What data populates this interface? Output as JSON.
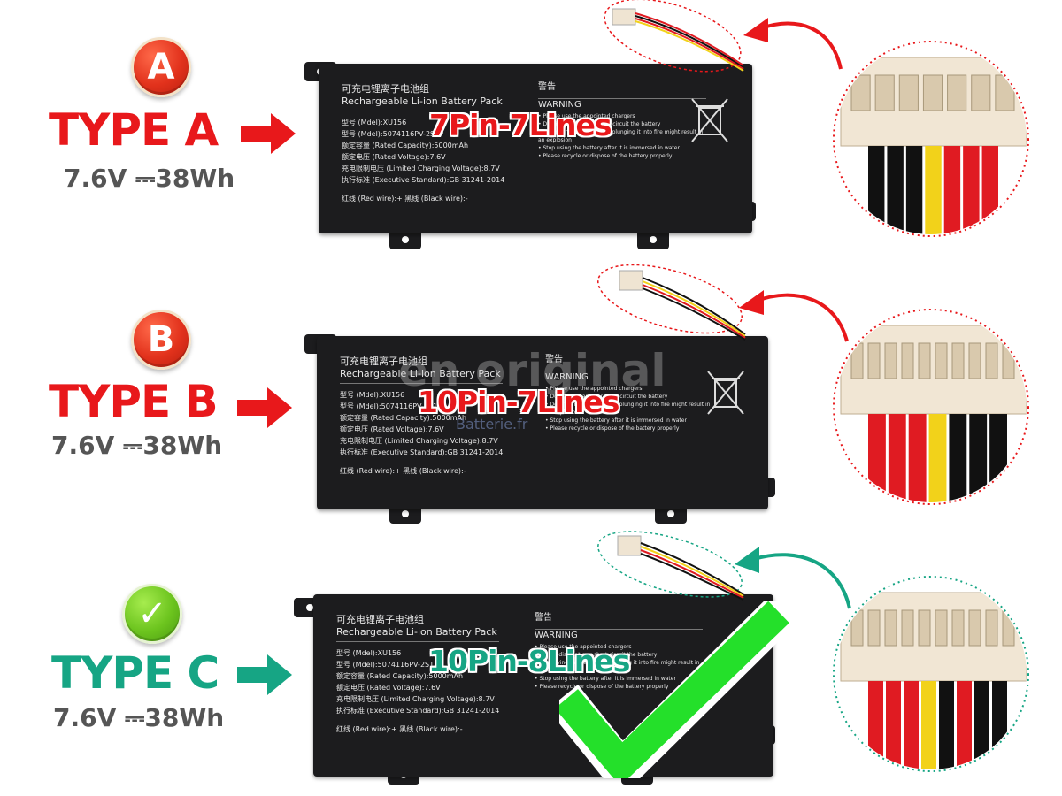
{
  "types": [
    {
      "badge": "A",
      "title": "TYPE A",
      "spec": "7.6V ⎓38Wh",
      "pin_label": "7Pin-7Lines",
      "accent": "#e8181b",
      "wires": [
        "#111111",
        "#111111",
        "#111111",
        "#f2d21a",
        "#e01b22",
        "#e01b22",
        "#e01b22"
      ]
    },
    {
      "badge": "B",
      "title": "TYPE B",
      "spec": "7.6V ⎓38Wh",
      "pin_label": "10Pin-7Lines",
      "accent": "#e8181b",
      "wires": [
        "#e01b22",
        "#e01b22",
        "#e01b22",
        "#f2d21a",
        "#111111",
        "#111111",
        "#111111"
      ]
    },
    {
      "badge": "✓",
      "title": "TYPE C",
      "spec": "7.6V ⎓38Wh",
      "pin_label": "10Pin-8Lines",
      "accent": "#16a584",
      "wires": [
        "#e01b22",
        "#e01b22",
        "#e01b22",
        "#f2d21a",
        "#111111",
        "#e01b22",
        "#111111",
        "#111111"
      ]
    }
  ],
  "battery_label": {
    "cn_title": "可充电锂离子电池组",
    "en_title": "Rechargeable Li-ion Battery Pack",
    "model": "型号 (Mdel):XU156",
    "model2": "型号 (Mdel):5074116PV-2S1P",
    "capacity": "额定容量 (Rated Capacity):5000mAh",
    "voltage": "额定电压 (Rated Voltage):7.6V",
    "charge_voltage": "充电限制电压 (Limited Charging Voltage):8.7V",
    "standard": "执行标准 (Executive Standard):GB 31241-2014",
    "wires": "红线 (Red wire):+      黑线 (Black wire):-",
    "warn_cn": "警告",
    "warn_en": "WARNING",
    "warnings": [
      "Please use the appointed chargers",
      "Do not dismantle or short circuit the battery",
      "Destroying the battery or plunging it into fire might result in an explosion",
      "Stop using the battery after it is immersed in water",
      "Please recycle or dispose of the battery properly"
    ]
  },
  "watermark": {
    "main": "en original",
    "sub": "Batterie.fr"
  }
}
